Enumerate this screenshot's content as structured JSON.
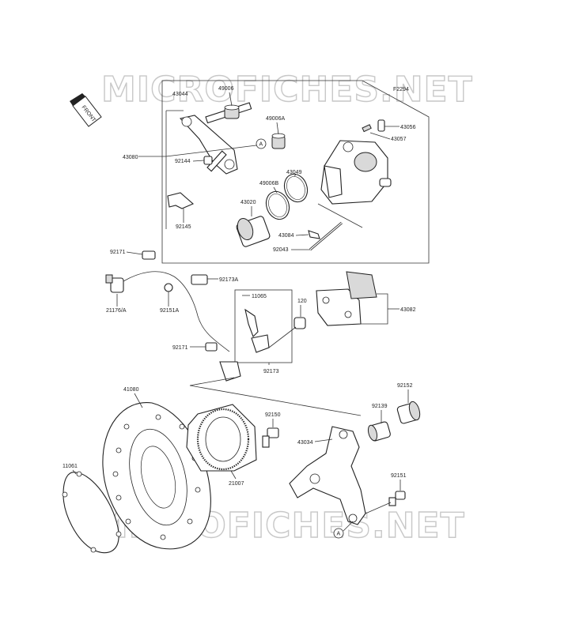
{
  "watermark": {
    "top": "MICROFICHES.NET",
    "bottom": "MICROFICHES.NET"
  },
  "figure_code": "F2294",
  "front_badge": "FRONT",
  "callout_letter": "A",
  "labels": {
    "p43044": "43044",
    "p49006": "49006",
    "p49006A": "49006A",
    "p43080": "43080",
    "p92144": "92144",
    "p43056": "43056",
    "p43057": "43057",
    "p43049": "43049",
    "p49006B": "49006B",
    "p43020": "43020",
    "p92145": "92145",
    "p43084": "43084",
    "p92043": "92043",
    "p92171a": "92171",
    "p92173A": "92173A",
    "p21176A": "21176/A",
    "p92151A": "92151A",
    "p11065": "11065",
    "p120": "120",
    "p43082": "43082",
    "p92171b": "92171",
    "p92173": "92173",
    "p41080": "41080",
    "p92152": "92152",
    "p92139": "92139",
    "p92150": "92150",
    "p43034": "43034",
    "p11061": "11061",
    "p21007": "21007",
    "p92151": "92151"
  }
}
